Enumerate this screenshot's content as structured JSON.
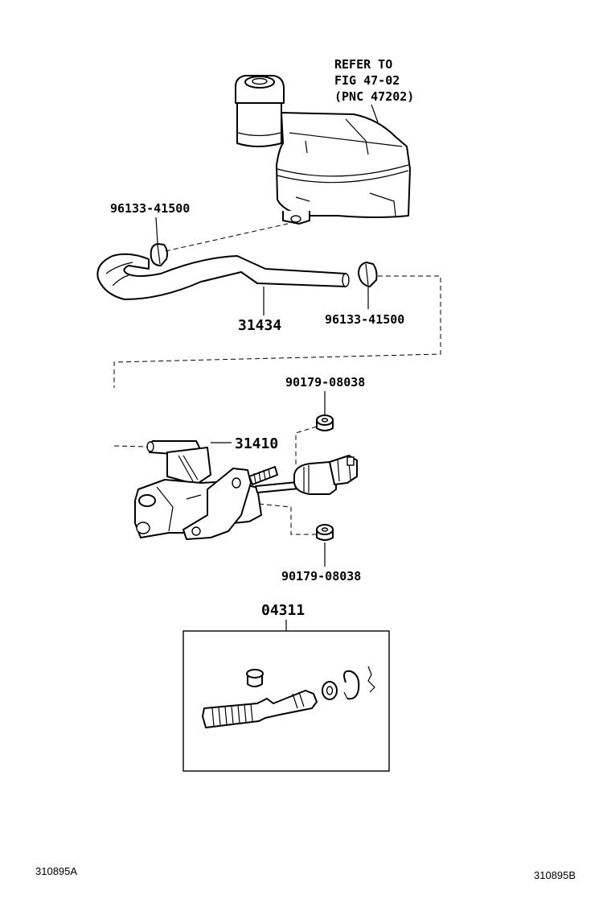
{
  "callouts": {
    "refer_line1": "REFER TO",
    "refer_line2": "FIG 47-02",
    "refer_line3": "(PNC 47202)",
    "clip_upper": "96133-41500",
    "hose": "31434",
    "clip_lower": "96133-41500",
    "grommet_upper": "90179-08038",
    "master_cylinder": "31410",
    "grommet_lower": "90179-08038",
    "repair_kit": "04311"
  },
  "footer": {
    "left_code": "310895A",
    "right_code": "310895B"
  }
}
